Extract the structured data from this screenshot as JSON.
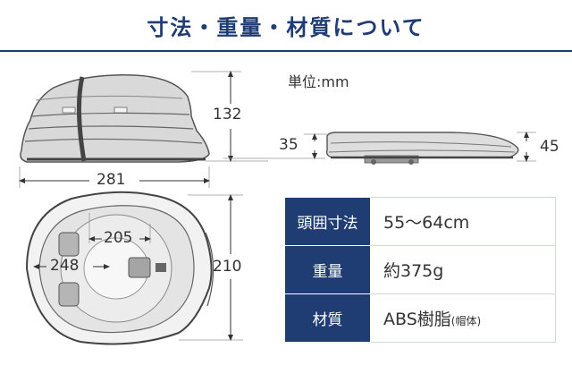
{
  "header": {
    "title": "寸法・重量・材質について"
  },
  "unit": "単位:mm",
  "dimensions": {
    "side_height": "132",
    "side_width": "281",
    "folded_inner": "35",
    "folded_outer": "45",
    "top_inner": "205",
    "top_width": "248",
    "top_depth": "210"
  },
  "specs": [
    {
      "key": "頭囲寸法",
      "value": "55〜64cm",
      "note": ""
    },
    {
      "key": "重量",
      "value": "約375g",
      "note": ""
    },
    {
      "key": "材質",
      "value": "ABS樹脂",
      "note": "(帽体)"
    }
  ],
  "colors": {
    "accent": "#1f3c73"
  }
}
